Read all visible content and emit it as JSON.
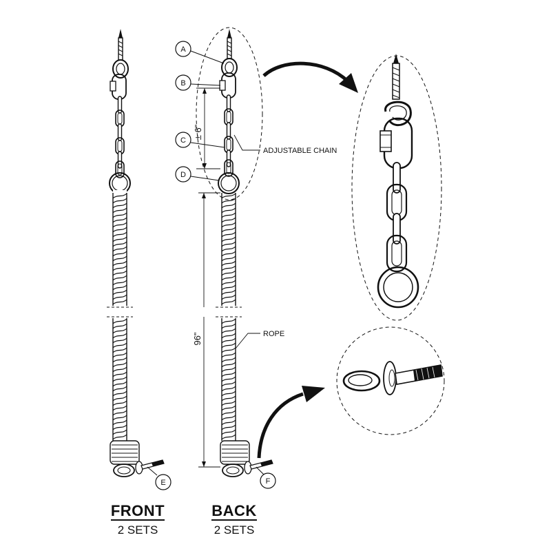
{
  "callouts": {
    "a": "A",
    "b": "B",
    "c": "C",
    "d": "D",
    "e": "E",
    "f": "F"
  },
  "labels": {
    "adjustable_chain": "ADJUSTABLE CHAIN",
    "rope": "ROPE"
  },
  "dimensions": {
    "chain_adjust": "± 6\"",
    "rope_length": "96\""
  },
  "captions": {
    "front_title": "FRONT",
    "front_sets": "2 SETS",
    "back_title": "BACK",
    "back_sets": "2 SETS"
  }
}
